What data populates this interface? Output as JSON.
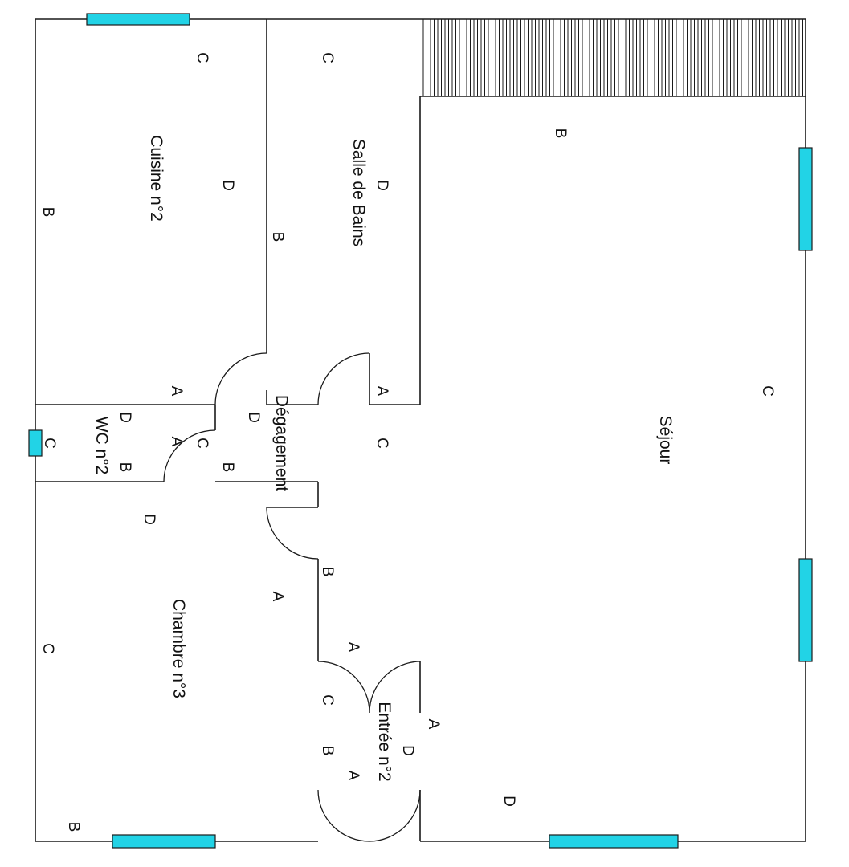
{
  "rooms": {
    "cuisine": "Cuisine n°2",
    "salle_de_bains": "Salle de Bains",
    "sejour": "Séjour",
    "wc": "WC n°2",
    "degagement": "Dégagement",
    "chambre": "Chambre n°3",
    "entree": "Entrée n°2"
  },
  "wall_labels": {
    "cuisine": [
      "A",
      "B",
      "C",
      "D"
    ],
    "salle_de_bains": [
      "A",
      "B",
      "C",
      "D"
    ],
    "sejour": [
      "A",
      "B",
      "C",
      "D"
    ],
    "wc": [
      "A",
      "B",
      "C",
      "D"
    ],
    "degagement": [
      "A",
      "B",
      "C",
      "D"
    ],
    "chambre": [
      "A",
      "B",
      "C",
      "D"
    ],
    "entree": [
      "A",
      "B",
      "C",
      "D"
    ]
  },
  "colors": {
    "window": "#22d3e6",
    "wall": "#1a1a1a",
    "background": "#ffffff"
  }
}
